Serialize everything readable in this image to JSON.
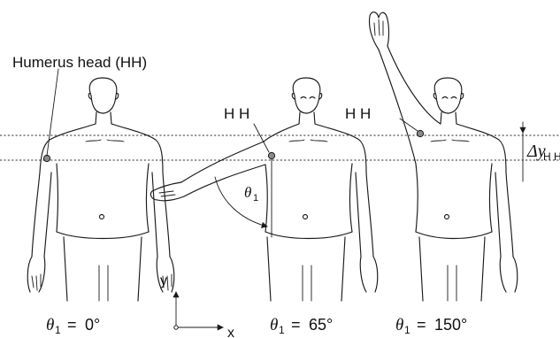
{
  "figure": {
    "hh_label_full": "Humerus head (HH)",
    "hh_label_short": "H H",
    "delta_y": {
      "symbol": "Δy",
      "subscript": "H H"
    },
    "theta_symbol": "θ",
    "theta_sub": "1",
    "axes": {
      "x": "x",
      "y": "y"
    },
    "poses": [
      {
        "eq": "=",
        "angle": "0°"
      },
      {
        "eq": "=",
        "angle": "65°"
      },
      {
        "eq": "=",
        "angle": "150°"
      }
    ],
    "colors": {
      "ink": "#1a1a1a",
      "joint_fill": "#8a8a8a"
    }
  }
}
